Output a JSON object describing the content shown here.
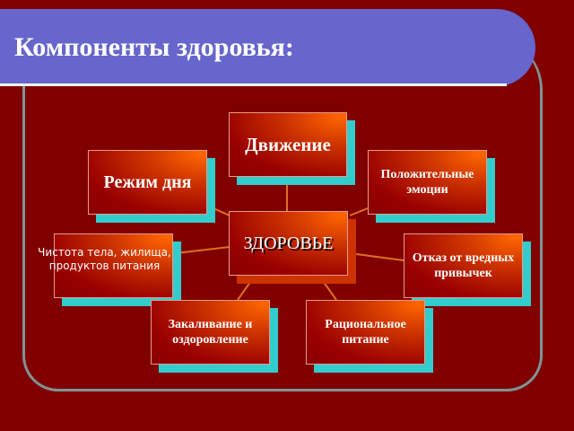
{
  "slide": {
    "title": "Компоненты здоровья:",
    "colors": {
      "background": "#800000",
      "title_bar": "#6666cc",
      "frame_border": "#7f9494",
      "node_shadow": "#33cccc",
      "center_shadow": "#cc3300",
      "connector": "#e07020"
    }
  },
  "diagram": {
    "center": {
      "label": "ЗДОРОВЬЕ"
    },
    "nodes": [
      {
        "id": "movement",
        "label": "Движение"
      },
      {
        "id": "daily-routine",
        "label": "Режим дня"
      },
      {
        "id": "positive-emotions",
        "label": "Положительные эмоции"
      },
      {
        "id": "cleanliness",
        "label": "Чистота тела, жилища, продуктов питания"
      },
      {
        "id": "quit-bad-habits",
        "label": "Отказ от вредных привычек"
      },
      {
        "id": "hardening",
        "label": "Закаливание и оздоровление"
      },
      {
        "id": "rational-nutrition",
        "label": "Рациональное питание"
      }
    ]
  }
}
